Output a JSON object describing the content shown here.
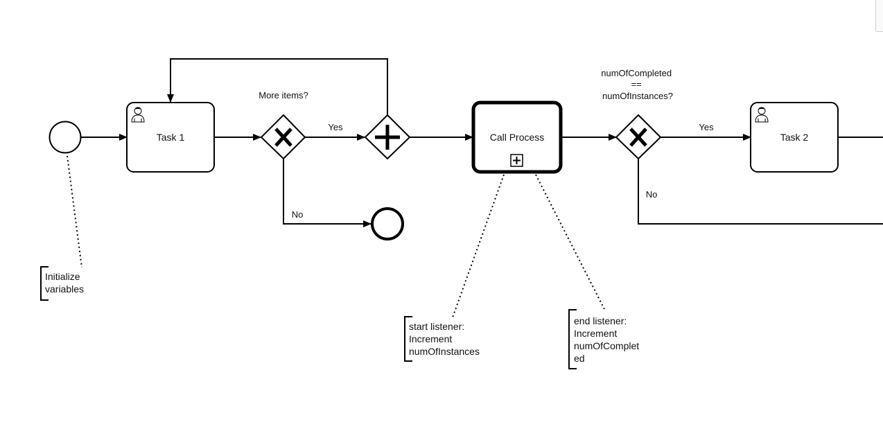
{
  "diagram": {
    "tasks": {
      "task1": "Task 1",
      "task2": "Task 2",
      "call_process": "Call Process"
    },
    "gateways": {
      "more_items_label": "More items?",
      "completion_label_lines": [
        "numOfCompleted",
        "==",
        "numOfInstances?"
      ]
    },
    "flow_labels": {
      "yes_1": "Yes",
      "no_1": "No",
      "yes_2": "Yes",
      "no_2": "No"
    },
    "annotations": {
      "init": [
        "Initialize",
        "variables"
      ],
      "start_listener": [
        "start listener:",
        "Increment",
        "numOfInstances"
      ],
      "end_listener": [
        "end listener:",
        "Increment",
        "numOfComplet",
        "ed"
      ]
    },
    "icons": {
      "user_task": "user-icon",
      "exclusive_gateway": "x-mark",
      "parallel_gateway": "plus-mark",
      "collapsed_subprocess": "plus-box-marker"
    },
    "colors": {
      "stroke": "#000000",
      "background": "#ffffff"
    }
  }
}
